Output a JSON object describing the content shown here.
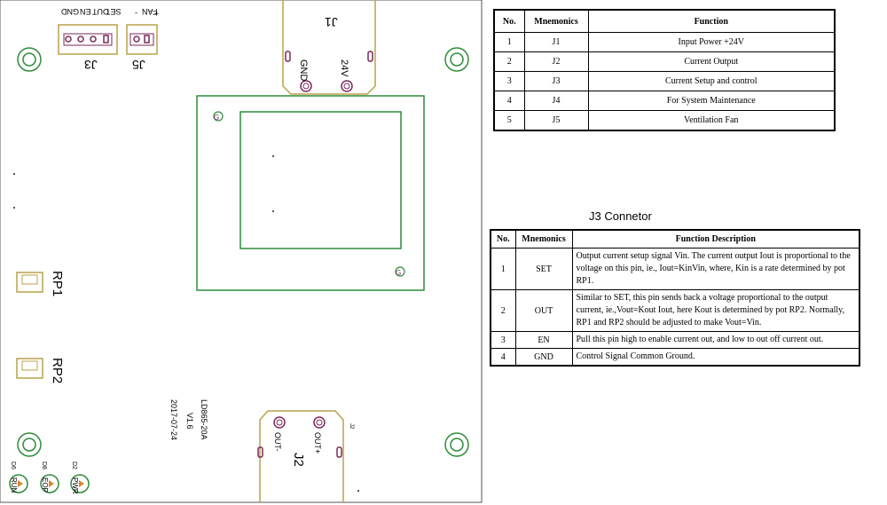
{
  "board": {
    "j3_pins": [
      "SET",
      "OUT",
      "EN",
      "GND"
    ],
    "j3_label": "J3",
    "j5_pins": [
      "+",
      "-"
    ],
    "j5_fan": "FAN",
    "j5_label": "J5",
    "j1_label": "J1",
    "j1_pins": [
      "GND",
      "24V"
    ],
    "j2_label": "J2",
    "j2_pins": [
      "OUT-",
      "OUT+"
    ],
    "j2_small": "J2",
    "rp1": "RP1",
    "rp2": "RP2",
    "model": "LD865-20A",
    "version": "V1.6",
    "date": "2017-07-24",
    "leds": [
      {
        "ref": "D6",
        "name": "RUN"
      },
      {
        "ref": "D8",
        "name": "EOP"
      },
      {
        "ref": "D2",
        "name": "PWR"
      }
    ],
    "hole_mark": "G"
  },
  "connector_table": {
    "headers": [
      "No.",
      "Mnemonics",
      "Function"
    ],
    "rows": [
      [
        "1",
        "J1",
        "Input Power +24V"
      ],
      [
        "2",
        "J2",
        "Current Output"
      ],
      [
        "3",
        "J3",
        "Current Setup and control"
      ],
      [
        "4",
        "J4",
        "For System Maintenance"
      ],
      [
        "5",
        "J5",
        "Ventilation Fan"
      ]
    ]
  },
  "j3_title": "J3 Connetor",
  "j3_table": {
    "headers": [
      "No.",
      "Mnemonics",
      "Function Description"
    ],
    "rows": [
      {
        "no": "1",
        "mn": "SET",
        "desc": "Output current setup signal Vin. The current output Iout is proportional to the voltage on this pin, ie., Iout=KinVin, where, Kin is a rate determined by pot RP1."
      },
      {
        "no": "2",
        "mn": "OUT",
        "desc": "Similar to SET, this pin sends back a voltage proportional to the output current, ie.,Vout=Kout Iout, here Kout is determined by pot RP2. Normally, RP1 and RP2 should be adjusted to make Vout=Vin."
      },
      {
        "no": "3",
        "mn": "EN",
        "desc": "Pull this pin high to enable current out, and low to out off current out."
      },
      {
        "no": "4",
        "mn": "GND",
        "desc": "Control Signal Common Ground."
      }
    ]
  }
}
